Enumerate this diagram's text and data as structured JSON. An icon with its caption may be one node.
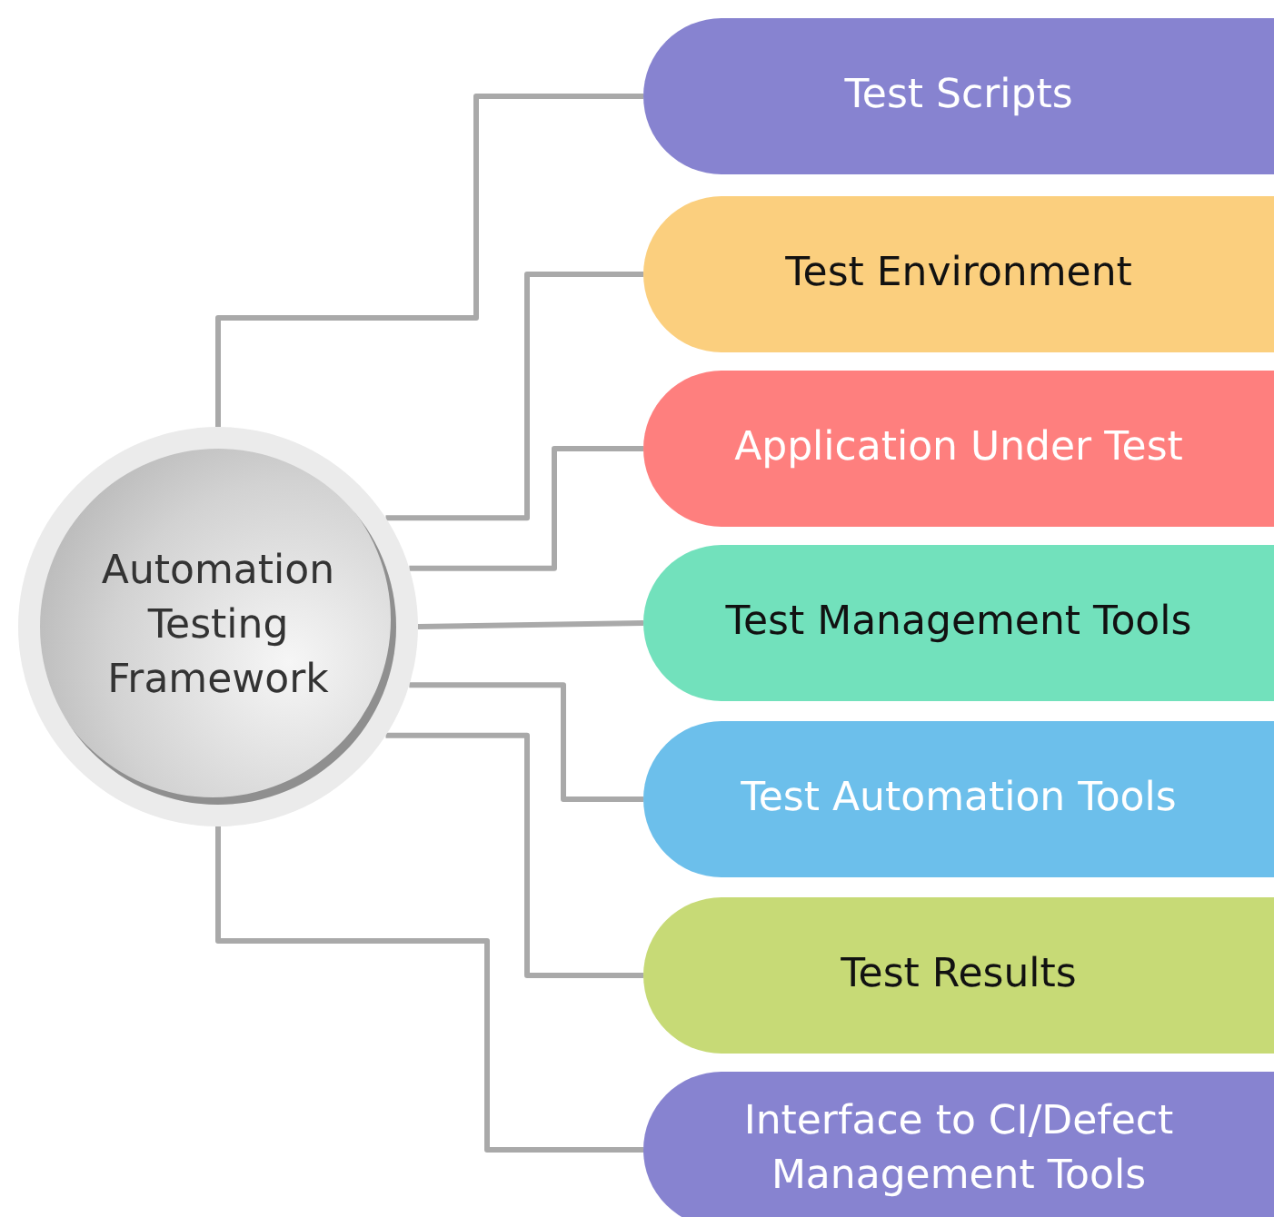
{
  "diagram": {
    "nodes": [
      {
        "text": [
          "Automation Testing Framework"
        ]
      },
      {
        "text": [
          "Test Scripts"
        ]
      },
      {
        "text": [
          "Test Environment"
        ]
      },
      {
        "text": [
          "Application Under Test"
        ]
      },
      {
        "text": [
          "Test Management Tools"
        ]
      },
      {
        "text": [
          "Test Automation Tools"
        ]
      },
      {
        "text": [
          "Test Results"
        ]
      },
      {
        "text": [
          "Interface to CI/Defect Management Tools"
        ]
      }
    ],
    "edges": [
      {
        "from": 0,
        "to": 1,
        "arrow": "none"
      },
      {
        "from": 0,
        "to": 2,
        "arrow": "none"
      },
      {
        "from": 0,
        "to": 3,
        "arrow": "none"
      },
      {
        "from": 0,
        "to": 4,
        "arrow": "none"
      },
      {
        "from": 0,
        "to": 5,
        "arrow": "none"
      },
      {
        "from": 0,
        "to": 6,
        "arrow": "none"
      },
      {
        "from": 0,
        "to": 7,
        "arrow": "none"
      }
    ]
  }
}
